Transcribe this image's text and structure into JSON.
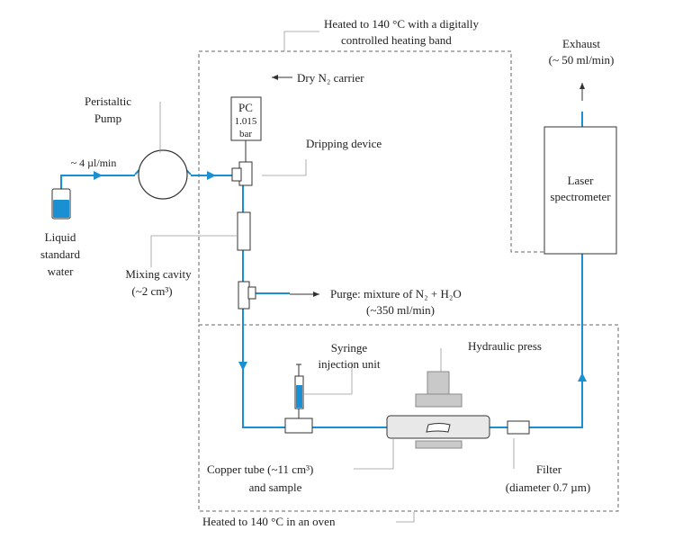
{
  "colors": {
    "flow": "#1a8fd1",
    "line": "#333333",
    "dashed": "#666666",
    "water": "#1a8fd1"
  },
  "labels": {
    "heated_band_1": "Heated to 140 °C with a digitally",
    "heated_band_2": "controlled heating band",
    "dry_n2": "Dry N₂ carrier",
    "pc_line1": "PC",
    "pc_line2": "1.015",
    "pc_line3": "bar",
    "dripping_device": "Dripping device",
    "peristaltic_1": "Peristaltic",
    "peristaltic_2": "Pump",
    "flow_rate": "~ 4 µl/min",
    "liquid_1": "Liquid",
    "liquid_2": "standard",
    "liquid_3": "water",
    "mixing_1": "Mixing cavity",
    "mixing_2": "(~2 cm³)",
    "purge_1": "Purge: mixture of N₂ + H₂O",
    "purge_2": "(~350 ml/min)",
    "exhaust_1": "Exhaust",
    "exhaust_2": "(~ 50 ml/min)",
    "laser_1": "Laser",
    "laser_2": "spectrometer",
    "syringe_1": "Syringe",
    "syringe_2": "injection unit",
    "hydraulic": "Hydraulic press",
    "copper_1": "Copper tube  (~11 cm³)",
    "copper_2": "and sample",
    "filter_1": "Filter",
    "filter_2": "(diameter 0.7 µm)",
    "oven": "Heated to 140 °C in an oven"
  }
}
